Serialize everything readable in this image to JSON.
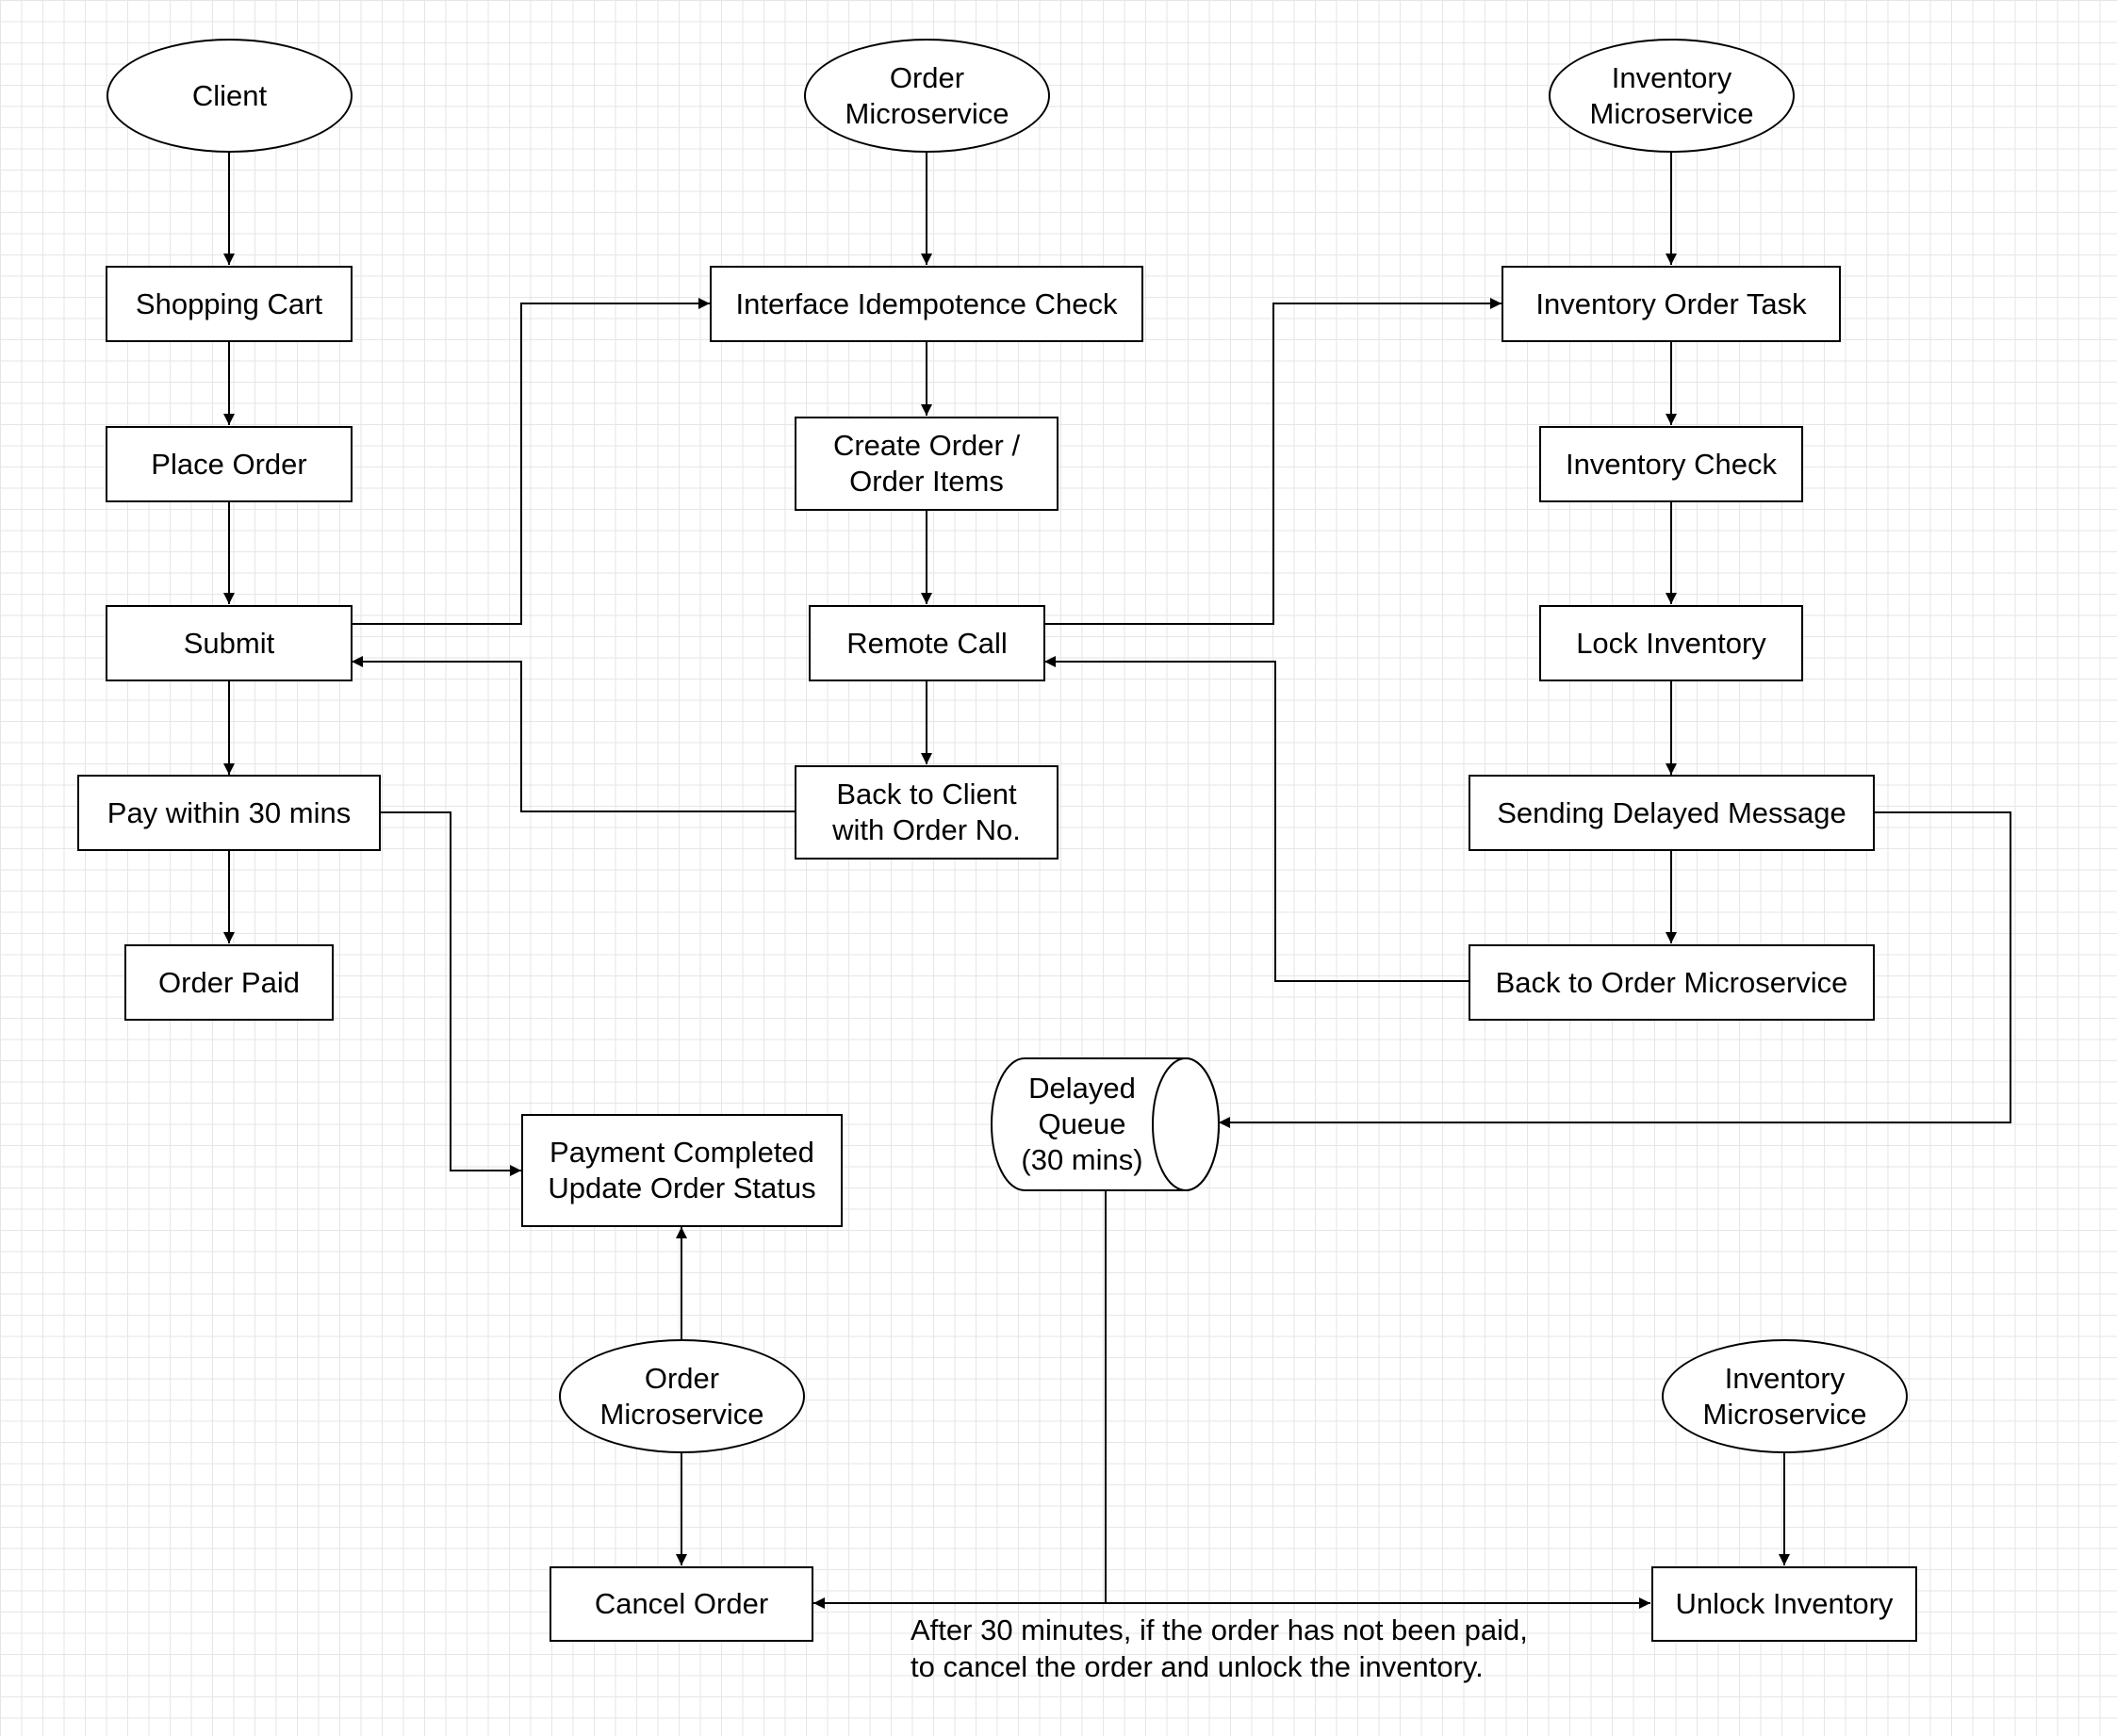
{
  "nodes": {
    "client": "Client",
    "order_ms_top": [
      "Order",
      "Microservice"
    ],
    "inventory_ms_top": [
      "Inventory",
      "Microservice"
    ],
    "shopping_cart": "Shopping Cart",
    "place_order": "Place Order",
    "submit": "Submit",
    "pay_within": "Pay within 30 mins",
    "order_paid": "Order Paid",
    "idempotence_check": "Interface Idempotence Check",
    "create_order": [
      "Create Order /",
      "Order Items"
    ],
    "remote_call": "Remote Call",
    "back_to_client": [
      "Back to Client",
      "with Order No."
    ],
    "inventory_order_task": "Inventory Order Task",
    "inventory_check": "Inventory Check",
    "lock_inventory": "Lock Inventory",
    "sending_delayed": "Sending Delayed Message",
    "back_to_order_ms": "Back to Order Microservice",
    "delayed_queue": [
      "Delayed",
      "Queue",
      "(30 mins)"
    ],
    "payment_completed": [
      "Payment Completed",
      "Update Order Status"
    ],
    "order_ms_bottom": [
      "Order",
      "Microservice"
    ],
    "cancel_order": "Cancel Order",
    "inventory_ms_bottom": [
      "Inventory",
      "Microservice"
    ],
    "unlock_inventory": "Unlock Inventory"
  },
  "note": [
    "After 30 minutes, if the order has not been paid,",
    "to cancel the order and unlock the inventory."
  ]
}
